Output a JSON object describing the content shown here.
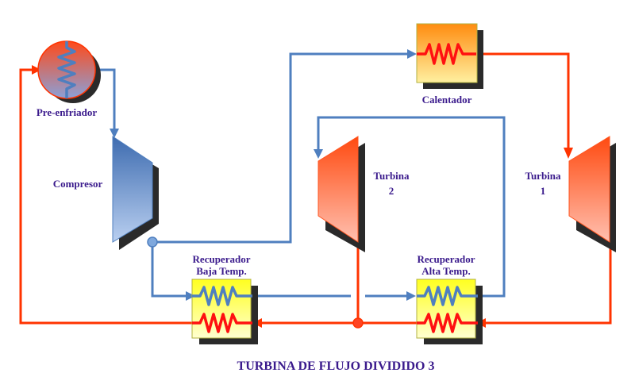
{
  "title": "TURBINA DE FLUJO DIVIDIDO 3",
  "colors": {
    "hot_line": "#ff3300",
    "cold_line": "#4f7fbf",
    "label": "#3a1a8c",
    "shadow": "#2a2a2a"
  },
  "components": {
    "precooler": {
      "label": "Pre-enfriador"
    },
    "compressor": {
      "label": "Compresor"
    },
    "heater": {
      "label": "Calentador"
    },
    "turbine1": {
      "label_line1": "Turbina",
      "label_line2": "1"
    },
    "turbine2": {
      "label_line1": "Turbina",
      "label_line2": "2"
    },
    "recuperator_low": {
      "label_line1": "Recuperador",
      "label_line2": "Baja Temp."
    },
    "recuperator_high": {
      "label_line1": "Recuperador",
      "label_line2": "Alta Temp."
    }
  }
}
